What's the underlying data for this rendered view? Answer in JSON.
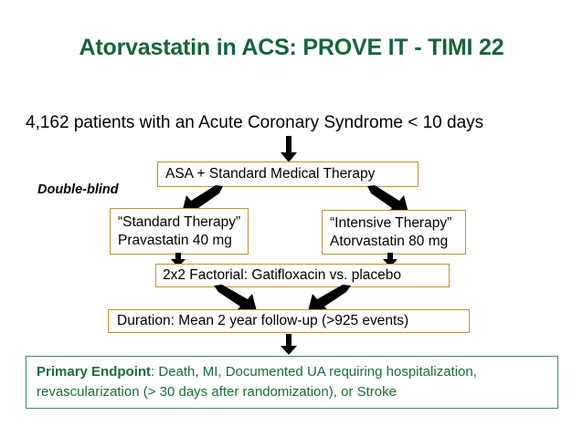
{
  "slide": {
    "title": "Atorvastatin in ACS: PROVE IT - TIMI 22",
    "title_color": "#16653a",
    "background": "#ffffff"
  },
  "enrollment": {
    "text": "4,162 patients with an Acute Coronary Syndrome < 10 days"
  },
  "annotations": {
    "double_blind": "Double-blind"
  },
  "flow": {
    "box_border_color": "#bf9431",
    "asa": {
      "text": "ASA + Standard Medical Therapy"
    },
    "standard_arm": {
      "line1": "“Standard Therapy”",
      "line2": "Pravastatin 40 mg"
    },
    "intensive_arm": {
      "line1": "“Intensive Therapy”",
      "line2": "Atorvastatin 80 mg"
    },
    "factorial": {
      "text": "2x2 Factorial:  Gatifloxacin vs. placebo"
    },
    "duration": {
      "text": "Duration: Mean 2 year follow-up (>925 events)"
    }
  },
  "endpoint": {
    "border_color": "#3f8a5c",
    "text_color": "#1a6b3c",
    "label": "Primary Endpoint",
    "line1_rest": ": Death, MI, Documented UA requiring hospitalization,",
    "line2": "revascularization (> 30 days after randomization), or Stroke"
  },
  "arrows": {
    "color": "#000000",
    "names": [
      "enrollment-to-asa",
      "asa-to-standard",
      "asa-to-intensive",
      "standard-to-factorial",
      "intensive-to-factorial",
      "factorial-to-duration-left",
      "factorial-to-duration-right",
      "duration-to-endpoint"
    ]
  }
}
